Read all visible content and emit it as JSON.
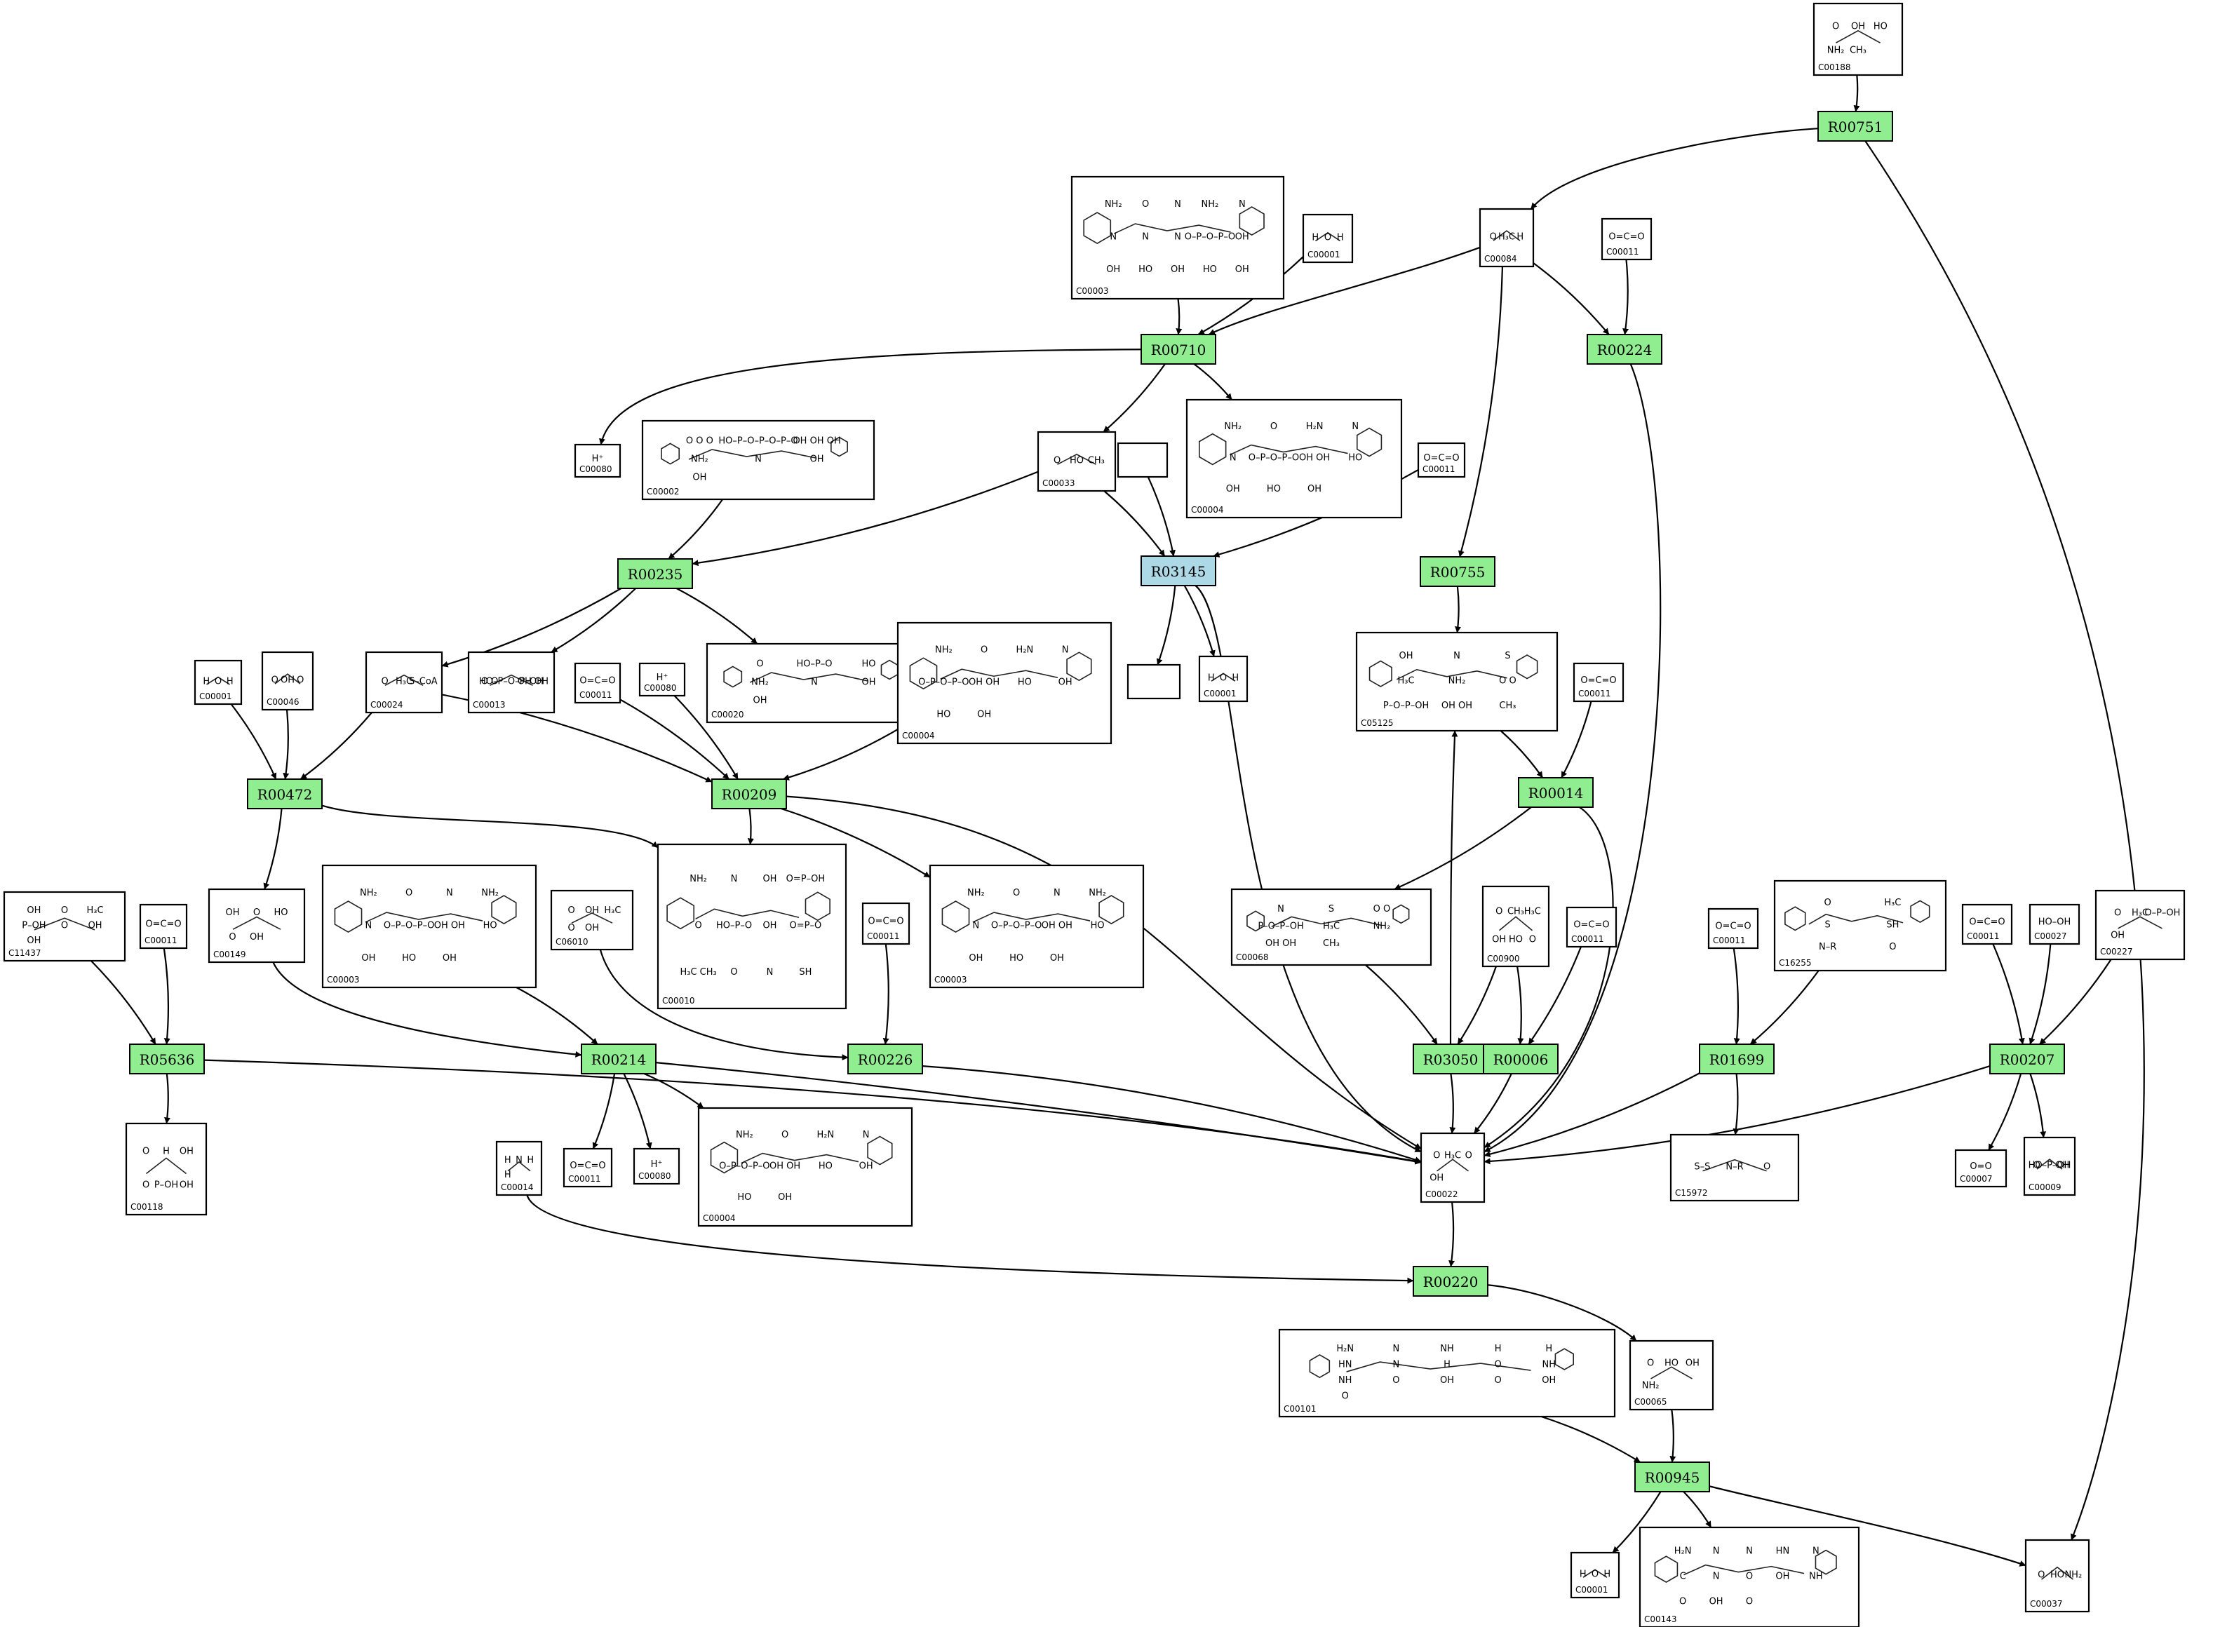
{
  "colors": {
    "reaction": "#90ee90",
    "reaction_highlight": "#add8e6",
    "edge": "#000000",
    "compound_box": "#ffffff"
  },
  "reactions": [
    {
      "id": "R00751",
      "label": "R00751"
    },
    {
      "id": "R00710",
      "label": "R00710"
    },
    {
      "id": "R00224",
      "label": "R00224"
    },
    {
      "id": "R00235",
      "label": "R00235"
    },
    {
      "id": "R03145",
      "label": "R03145",
      "highlight": true
    },
    {
      "id": "R00755",
      "label": "R00755"
    },
    {
      "id": "R00472",
      "label": "R00472"
    },
    {
      "id": "R00209",
      "label": "R00209"
    },
    {
      "id": "R00014",
      "label": "R00014"
    },
    {
      "id": "R05636",
      "label": "R05636"
    },
    {
      "id": "R00214",
      "label": "R00214"
    },
    {
      "id": "R00226",
      "label": "R00226"
    },
    {
      "id": "R03050",
      "label": "R03050"
    },
    {
      "id": "R00006",
      "label": "R00006"
    },
    {
      "id": "R01699",
      "label": "R01699"
    },
    {
      "id": "R00207",
      "label": "R00207"
    },
    {
      "id": "R00220",
      "label": "R00220"
    },
    {
      "id": "R00945",
      "label": "R00945"
    }
  ],
  "compounds": [
    {
      "id": "C00188",
      "label": "C00188",
      "atoms": [
        "O",
        "OH",
        "HO",
        "NH₂",
        "CH₃"
      ]
    },
    {
      "id": "C00003_a",
      "label": "C00003",
      "atoms": [
        "NH₂",
        "O",
        "N",
        "NH₂",
        "N",
        "N",
        "N",
        "N",
        "O–P–O–P–O",
        "OH",
        "OH",
        "HO",
        "OH",
        "HO",
        "OH"
      ]
    },
    {
      "id": "C00001_a",
      "label": "C00001",
      "atoms": [
        "H",
        "O",
        "H"
      ]
    },
    {
      "id": "C00084",
      "label": "C00084",
      "atoms": [
        "O",
        "H₃C",
        "H"
      ]
    },
    {
      "id": "C00011_a",
      "label": "C00011",
      "atoms": [
        "O=C=O"
      ]
    },
    {
      "id": "C00080_a",
      "label": "C00080",
      "atoms": [
        "H⁺"
      ]
    },
    {
      "id": "C00002",
      "label": "C00002",
      "atoms": [
        "O O O",
        "HO–P–O–P–O–P–O",
        "OH OH OH",
        "NH₂",
        "N",
        "OH",
        "OH"
      ]
    },
    {
      "id": "C00033",
      "label": "C00033",
      "atoms": [
        "O",
        "HO",
        "CH₃"
      ]
    },
    {
      "id": "blank_a",
      "label": "",
      "atoms": []
    },
    {
      "id": "C00004_a",
      "label": "C00004",
      "atoms": [
        "NH₂",
        "O",
        "H₂N",
        "N",
        "N",
        "O–P–O–P–O",
        "OH OH",
        "HO",
        "OH",
        "HO",
        "OH"
      ]
    },
    {
      "id": "C00011_b",
      "label": "C00011",
      "atoms": [
        "O=C=O"
      ]
    },
    {
      "id": "C00001_b",
      "label": "C00001",
      "atoms": [
        "H",
        "O",
        "H"
      ]
    },
    {
      "id": "C00046",
      "label": "C00046",
      "atoms": [
        "O",
        "OH",
        "O"
      ]
    },
    {
      "id": "C00024",
      "label": "C00024",
      "atoms": [
        "O",
        "H₃C",
        "S–CoA"
      ]
    },
    {
      "id": "C00013",
      "label": "C00013",
      "atoms": [
        "O O",
        "HO–P–O–P–OH",
        "OH OH"
      ]
    },
    {
      "id": "C00011_c",
      "label": "C00011",
      "atoms": [
        "O=C=O"
      ]
    },
    {
      "id": "C00080_b",
      "label": "C00080",
      "atoms": [
        "H⁺"
      ]
    },
    {
      "id": "C00020",
      "label": "C00020",
      "atoms": [
        "O",
        "HO–P–O",
        "HO",
        "NH₂",
        "N",
        "OH",
        "OH"
      ]
    },
    {
      "id": "C00004_b",
      "label": "C00004",
      "atoms": [
        "NH₂",
        "O",
        "H₂N",
        "N",
        "O–P–O–P–O",
        "OH OH",
        "HO",
        "OH",
        "HO",
        "OH"
      ]
    },
    {
      "id": "blank_b",
      "label": "",
      "atoms": []
    },
    {
      "id": "C00001_c",
      "label": "C00001",
      "atoms": [
        "H",
        "O",
        "H"
      ]
    },
    {
      "id": "C05125",
      "label": "C05125",
      "atoms": [
        "OH",
        "N",
        "S",
        "H₃C",
        "NH₂",
        "O O",
        "P–O–P–OH",
        "OH OH",
        "CH₃"
      ]
    },
    {
      "id": "C00011_d",
      "label": "C00011",
      "atoms": [
        "O=C=O"
      ]
    },
    {
      "id": "C11437",
      "label": "C11437",
      "atoms": [
        "OH",
        "O",
        "H₃C",
        "P–OH",
        "O",
        "OH",
        "OH"
      ]
    },
    {
      "id": "C00011_e",
      "label": "C00011",
      "atoms": [
        "O=C=O"
      ]
    },
    {
      "id": "C00149",
      "label": "C00149",
      "atoms": [
        "OH",
        "O",
        "HO",
        "O",
        "OH"
      ]
    },
    {
      "id": "C00003_b",
      "label": "C00003",
      "atoms": [
        "NH₂",
        "O",
        "N",
        "NH₂",
        "N",
        "O–P–O–P–O",
        "OH OH",
        "HO",
        "OH",
        "HO",
        "OH"
      ]
    },
    {
      "id": "C06010",
      "label": "C06010",
      "atoms": [
        "O",
        "OH",
        "H₃C",
        "O",
        "OH"
      ]
    },
    {
      "id": "C00010",
      "label": "C00010",
      "atoms": [
        "NH₂",
        "N",
        "OH",
        "O=P–OH",
        "O",
        "HO–P–O",
        "OH",
        "O=P–O",
        "H₃C CH₃",
        "O",
        "N",
        "SH"
      ]
    },
    {
      "id": "C00011_f",
      "label": "C00011",
      "atoms": [
        "O=C=O"
      ]
    },
    {
      "id": "C00003_c",
      "label": "C00003",
      "atoms": [
        "NH₂",
        "O",
        "N",
        "NH₂",
        "N",
        "O–P–O–P–O",
        "OH OH",
        "HO",
        "OH",
        "HO",
        "OH"
      ]
    },
    {
      "id": "C00068",
      "label": "C00068",
      "atoms": [
        "N",
        "S",
        "O O",
        "P–O–P–OH",
        "H₃C",
        "NH₂",
        "OH OH",
        "CH₃"
      ]
    },
    {
      "id": "C00900",
      "label": "C00900",
      "atoms": [
        "O",
        "CH₃",
        "H₃C",
        "OH",
        "HO",
        "O"
      ]
    },
    {
      "id": "C00011_g",
      "label": "C00011",
      "atoms": [
        "O=C=O"
      ]
    },
    {
      "id": "C00011_h",
      "label": "C00011",
      "atoms": [
        "O=C=O"
      ]
    },
    {
      "id": "C16255",
      "label": "C16255",
      "atoms": [
        "O",
        "H₃C",
        "S",
        "SH",
        "N–R",
        "O"
      ]
    },
    {
      "id": "C00011_i",
      "label": "C00011",
      "atoms": [
        "O=C=O"
      ]
    },
    {
      "id": "C00027",
      "label": "C00027",
      "atoms": [
        "HO–OH"
      ]
    },
    {
      "id": "C00227",
      "label": "C00227",
      "atoms": [
        "O",
        "H₃C",
        "O–P–OH",
        "OH"
      ]
    },
    {
      "id": "C00118",
      "label": "C00118",
      "atoms": [
        "O",
        "H",
        "OH",
        "O",
        "P–OH",
        "OH"
      ]
    },
    {
      "id": "C00014",
      "label": "C00014",
      "atoms": [
        "H",
        "N",
        "H",
        "H"
      ]
    },
    {
      "id": "C00011_j",
      "label": "C00011",
      "atoms": [
        "O=C=O"
      ]
    },
    {
      "id": "C00080_c",
      "label": "C00080",
      "atoms": [
        "H⁺"
      ]
    },
    {
      "id": "C00004_c",
      "label": "C00004",
      "atoms": [
        "NH₂",
        "O",
        "H₂N",
        "N",
        "O–P–O–P–O",
        "OH OH",
        "HO",
        "OH",
        "HO",
        "OH"
      ]
    },
    {
      "id": "C00022",
      "label": "C00022",
      "atoms": [
        "O",
        "H₃C",
        "O",
        "OH"
      ]
    },
    {
      "id": "C15972",
      "label": "C15972",
      "atoms": [
        "S–S",
        "N–R",
        "O"
      ]
    },
    {
      "id": "C00007",
      "label": "C00007",
      "atoms": [
        "O=O"
      ]
    },
    {
      "id": "C00009",
      "label": "C00009",
      "atoms": [
        "O",
        "HO–P–OH",
        "OH"
      ]
    },
    {
      "id": "C00101",
      "label": "C00101",
      "atoms": [
        "H₂N",
        "N",
        "NH",
        "H",
        "H",
        "HN",
        "N",
        "H",
        "O",
        "NH",
        "NH",
        "O",
        "OH",
        "O",
        "OH",
        "O"
      ]
    },
    {
      "id": "C00065",
      "label": "C00065",
      "atoms": [
        "O",
        "HO",
        "OH",
        "NH₂"
      ]
    },
    {
      "id": "C00001_d",
      "label": "C00001",
      "atoms": [
        "H",
        "O",
        "H"
      ]
    },
    {
      "id": "C00143",
      "label": "C00143",
      "atoms": [
        "H₂N",
        "N",
        "N",
        "HN",
        "N",
        "C",
        "N",
        "O",
        "OH",
        "NH",
        "O",
        "OH",
        "O"
      ]
    },
    {
      "id": "C00037",
      "label": "C00037",
      "atoms": [
        "O",
        "HO",
        "NH₂"
      ]
    }
  ],
  "edges": [
    [
      "C00188",
      "R00751"
    ],
    [
      "R00751",
      "C00084"
    ],
    [
      "R00751",
      "C00037"
    ],
    [
      "C00003_a",
      "R00710"
    ],
    [
      "C00001_a",
      "R00710"
    ],
    [
      "C00084",
      "R00710"
    ],
    [
      "R00710",
      "C00080_a"
    ],
    [
      "R00710",
      "C00033"
    ],
    [
      "R00710",
      "C00004_a"
    ],
    [
      "C00084",
      "R00224"
    ],
    [
      "C00011_a",
      "R00224"
    ],
    [
      "R00224",
      "C00022"
    ],
    [
      "C00002",
      "R00235"
    ],
    [
      "C00033",
      "R00235"
    ],
    [
      "R00235",
      "C00024"
    ],
    [
      "R00235",
      "C00013"
    ],
    [
      "R00235",
      "C00020"
    ],
    [
      "C00033",
      "R03145"
    ],
    [
      "blank_a",
      "R03145"
    ],
    [
      "C00011_b",
      "R03145"
    ],
    [
      "R03145",
      "blank_b"
    ],
    [
      "R03145",
      "C00001_c"
    ],
    [
      "R03145",
      "C00022"
    ],
    [
      "C00084",
      "R00755"
    ],
    [
      "R00755",
      "C05125"
    ],
    [
      "C00001_b",
      "R00472"
    ],
    [
      "C00046",
      "R00472"
    ],
    [
      "C00024",
      "R00472"
    ],
    [
      "R00472",
      "C00149"
    ],
    [
      "R00472",
      "C00010"
    ],
    [
      "C00011_c",
      "R00209"
    ],
    [
      "C00080_b",
      "R00209"
    ],
    [
      "C00024",
      "R00209"
    ],
    [
      "C00004_b",
      "R00209"
    ],
    [
      "R00209",
      "C00010"
    ],
    [
      "R00209",
      "C00003_c"
    ],
    [
      "R00209",
      "C00022"
    ],
    [
      "C05125",
      "R00014"
    ],
    [
      "C00011_d",
      "R00014"
    ],
    [
      "R00014",
      "C00068"
    ],
    [
      "R00014",
      "C00022"
    ],
    [
      "C11437",
      "R05636"
    ],
    [
      "C00011_e",
      "R05636"
    ],
    [
      "R05636",
      "C00118"
    ],
    [
      "R05636",
      "C00022"
    ],
    [
      "C00149",
      "R00214"
    ],
    [
      "C00003_b",
      "R00214"
    ],
    [
      "R00214",
      "C00011_j"
    ],
    [
      "R00214",
      "C00080_c"
    ],
    [
      "R00214",
      "C00004_c"
    ],
    [
      "R00214",
      "C00022"
    ],
    [
      "C06010",
      "R00226"
    ],
    [
      "C00011_f",
      "R00226"
    ],
    [
      "R00226",
      "C00022"
    ],
    [
      "C00068",
      "R03050"
    ],
    [
      "C00900",
      "R03050"
    ],
    [
      "R03050",
      "C05125"
    ],
    [
      "R03050",
      "C00022"
    ],
    [
      "C00900",
      "R00006"
    ],
    [
      "C00011_g",
      "R00006"
    ],
    [
      "R00006",
      "C00022"
    ],
    [
      "C00011_h",
      "R01699"
    ],
    [
      "C16255",
      "R01699"
    ],
    [
      "R01699",
      "C15972"
    ],
    [
      "R01699",
      "C00022"
    ],
    [
      "C00011_i",
      "R00207"
    ],
    [
      "C00027",
      "R00207"
    ],
    [
      "C00227",
      "R00207"
    ],
    [
      "R00207",
      "C00007"
    ],
    [
      "R00207",
      "C00009"
    ],
    [
      "R00207",
      "C00022"
    ],
    [
      "C00022",
      "R00220"
    ],
    [
      "C00014",
      "R00220"
    ],
    [
      "R00220",
      "C00065"
    ],
    [
      "C00065",
      "R00945"
    ],
    [
      "C00101",
      "R00945"
    ],
    [
      "R00945",
      "C00001_d"
    ],
    [
      "R00945",
      "C00143"
    ],
    [
      "R00945",
      "C00037"
    ]
  ]
}
